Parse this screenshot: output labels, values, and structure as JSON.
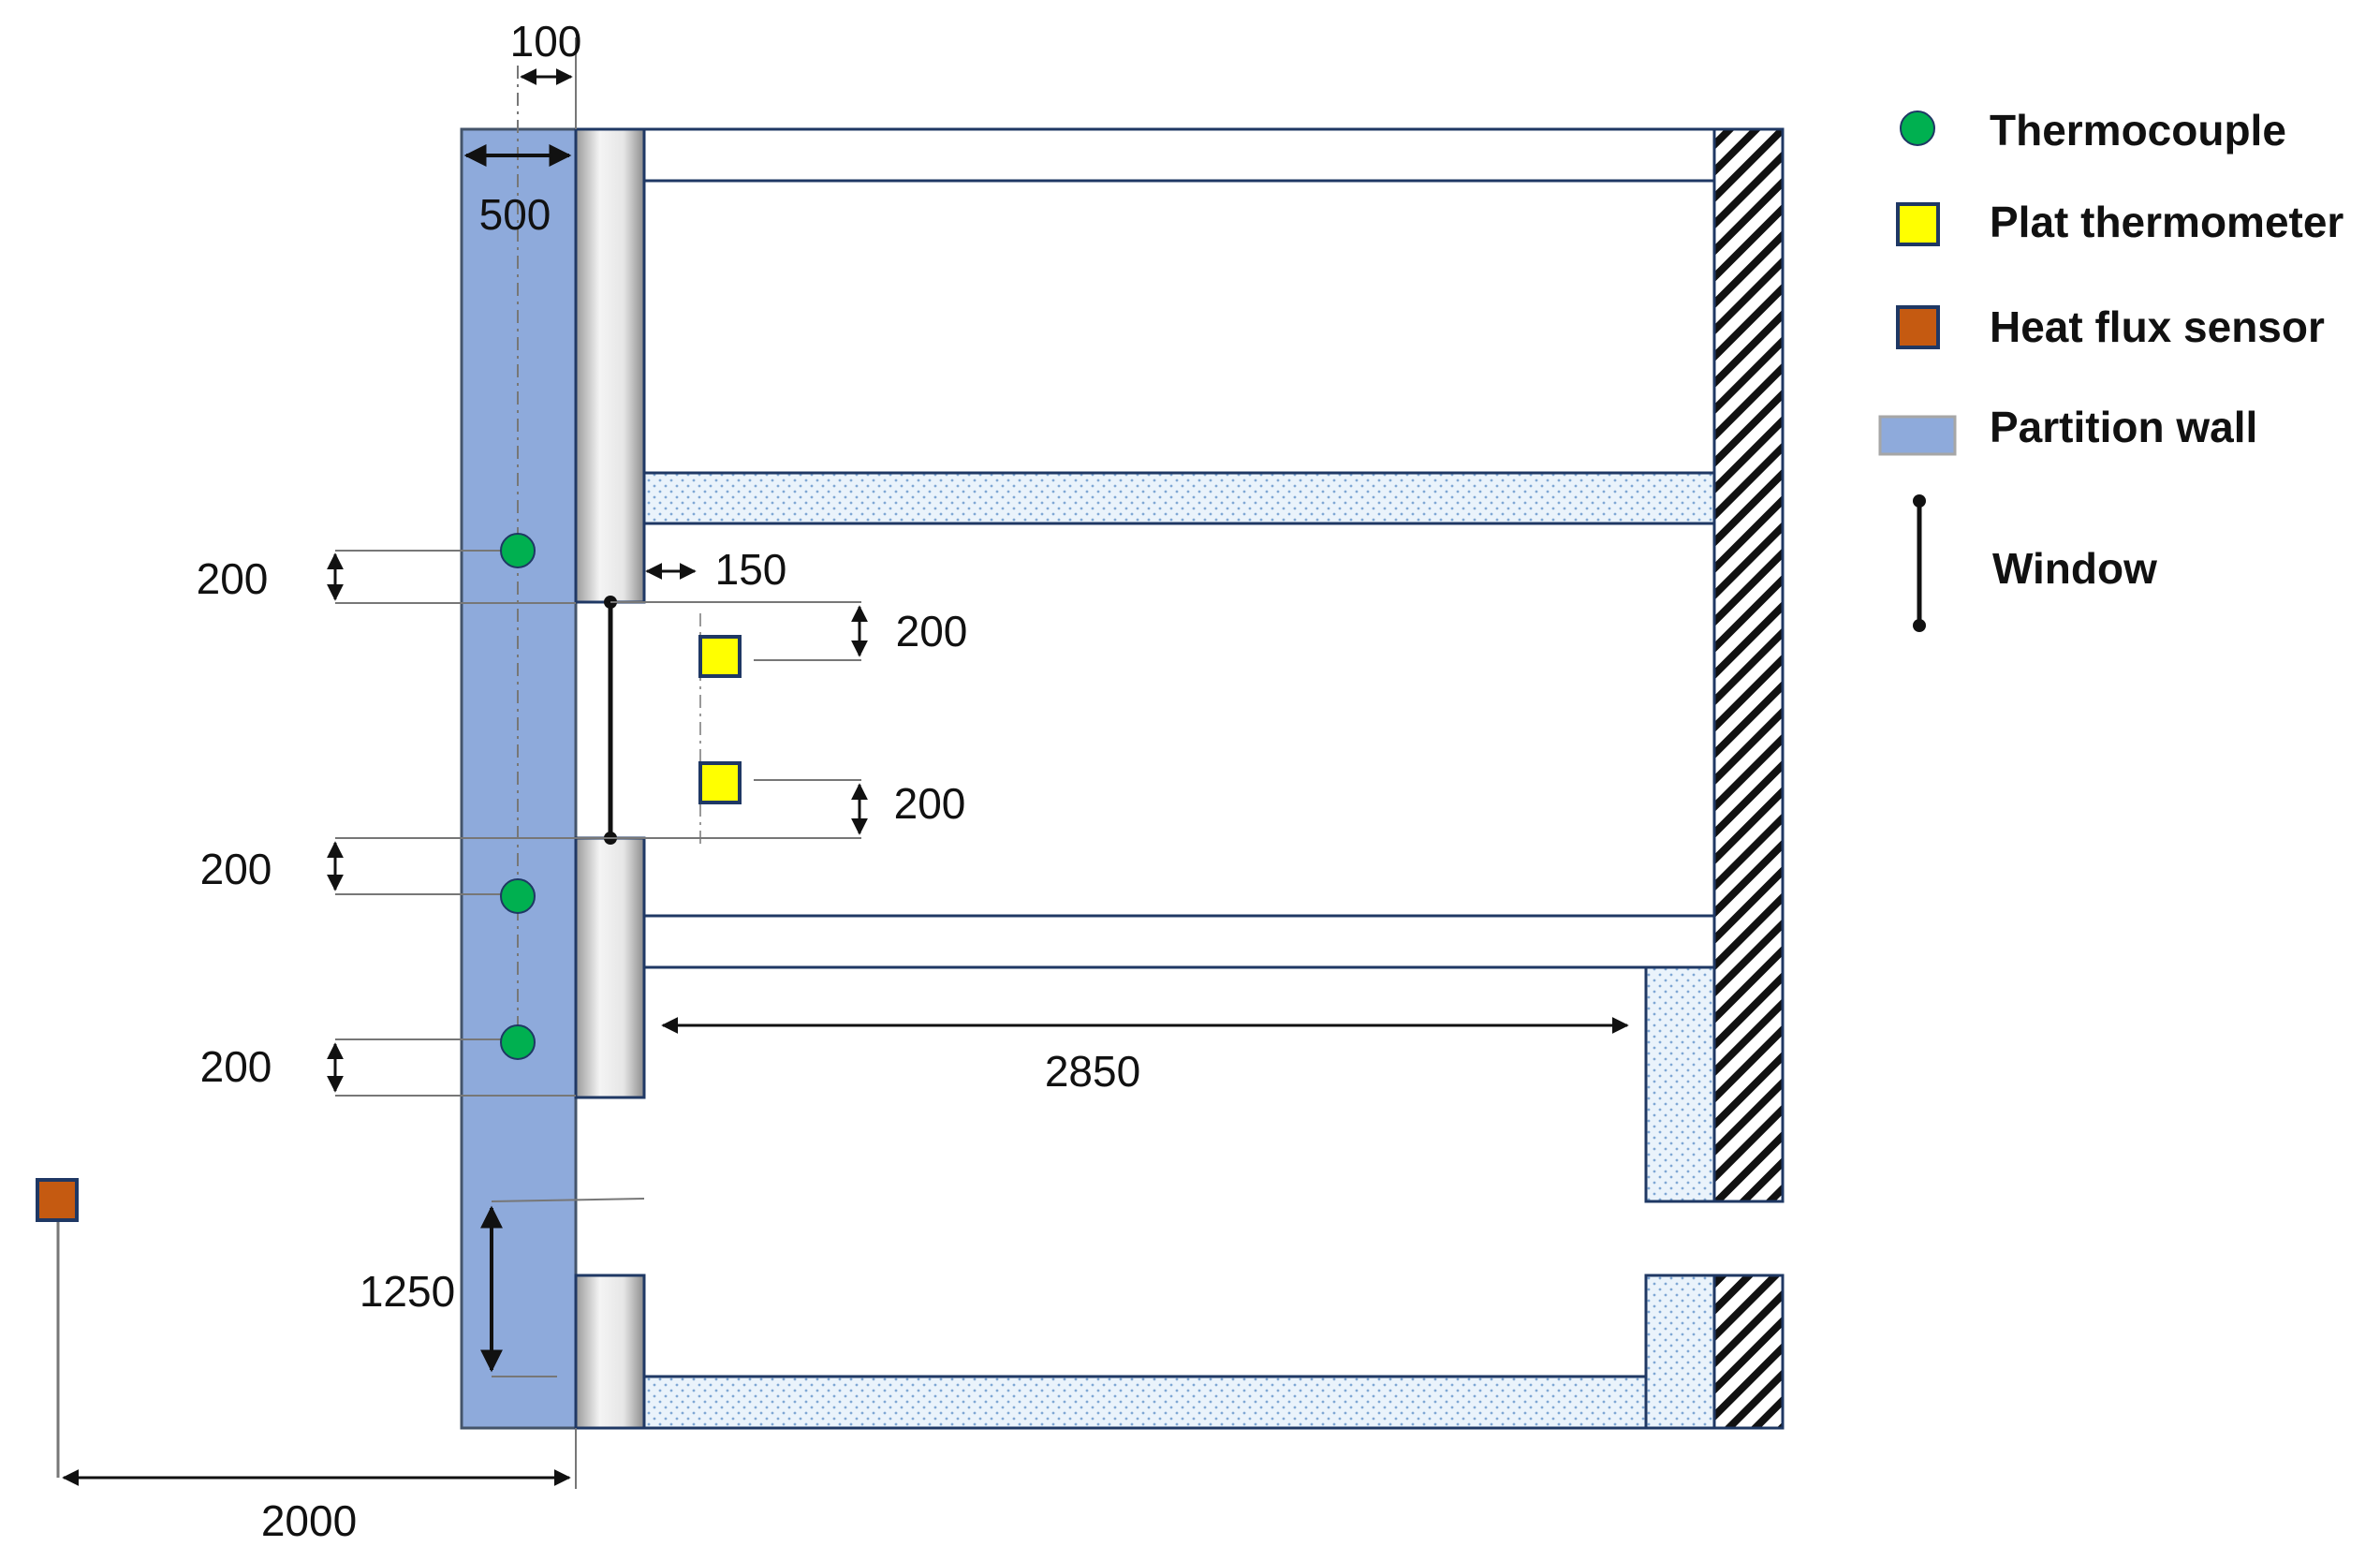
{
  "dimensions": {
    "d100": "100",
    "d500": "500",
    "d200_tc1": "200",
    "d150": "150",
    "d200_pt1": "200",
    "d200_pt2": "200",
    "d200_tc2": "200",
    "d200_tc3": "200",
    "d2850": "2850",
    "d1250": "1250",
    "d2000": "2000"
  },
  "legend": {
    "thermocouple": "Thermocouple",
    "plat_thermometer": "Plat thermometer",
    "heat_flux_sensor": "Heat flux sensor",
    "partition_wall": "Partition wall",
    "window": "Window"
  },
  "colors": {
    "partition_wall": "#8eaadb",
    "thermocouple": "#00b050",
    "plat_thermometer": "#ffff00",
    "heat_flux_sensor": "#c55a11",
    "outline": "#1f3864",
    "insulation": "#cfe2f3"
  }
}
